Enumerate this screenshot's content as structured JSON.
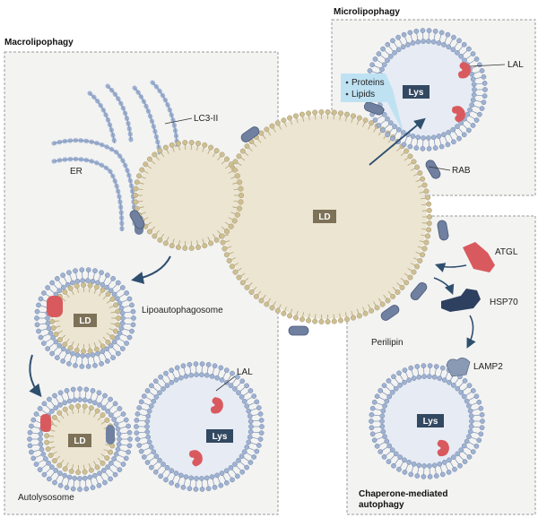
{
  "panels": {
    "macro_title": "Macrolipophagy",
    "micro_title": "Microlipophagy",
    "cma_title_line1": "Chaperone-mediated",
    "cma_title_line2": "autophagy"
  },
  "labels": {
    "lc3": "LC3-II",
    "er": "ER",
    "lipoautophagosome": "Lipoautophagosome",
    "autolysosome": "Autolysosome",
    "lal_macro": "LAL",
    "lal_micro": "LAL",
    "rab": "RAB",
    "atgl": "ATGL",
    "hsp70": "HSP70",
    "perilipin": "Perilipin",
    "lamp2": "LAMP2"
  },
  "tags": {
    "ld_center": "LD",
    "ld_lipoautophagosome": "LD",
    "ld_autolysosome": "LD",
    "lys_micro": "Lys",
    "lys_autolysosome": "Lys",
    "lys_cma": "Lys"
  },
  "cargo": {
    "item1": "Proteins",
    "item2": "Lipids"
  },
  "colors": {
    "ld_fill": "#ece5d2",
    "ld_head": "#cdbf93",
    "membrane_head": "#9fb2d2",
    "lys_fill": "#e6ebf4",
    "tag_bg_ld": "#7d7158",
    "tag_bg_lys": "#334861",
    "enzyme_red": "#d95a5e",
    "perilipin": "#6f80a0",
    "hsp70": "#2e4060",
    "cargo_bg": "#bfe2f3"
  }
}
